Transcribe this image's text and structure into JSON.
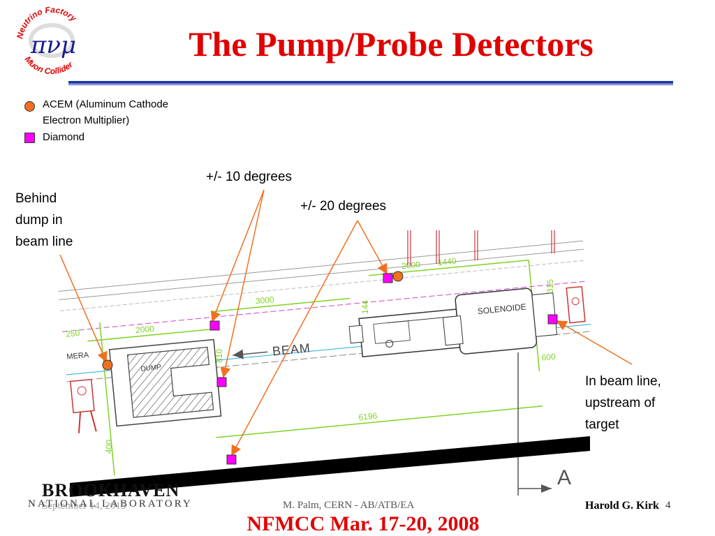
{
  "title": "The Pump/Probe Detectors",
  "logo": {
    "ring_top": "Neutrino Factory",
    "ring_bottom": "Muon Collider",
    "symbols": "πνμ"
  },
  "legend": {
    "acem_line1": "ACEM (Aluminum Cathode",
    "acem_line2": "Electron Multiplier)",
    "diamond": "Diamond"
  },
  "callouts": {
    "ten_degrees": "+/- 10 degrees",
    "twenty_degrees": "+/- 20 degrees",
    "behind_dump": [
      "Behind",
      "dump in",
      "beam line"
    ],
    "in_beam_line": [
      "In beam line,",
      "upstream of",
      "target"
    ]
  },
  "drawing_labels": {
    "dump": "DUMP",
    "beam": "BEAM",
    "solenoide": "SOLENOIDE",
    "camera": "MERA",
    "section": "A",
    "dims": [
      "2000",
      "3000",
      "250",
      "810",
      "6196",
      "400",
      "144",
      "600",
      "2000",
      "1440",
      "315"
    ]
  },
  "footer": {
    "brookhaven": "BROOKHAVEN",
    "national_lab": "NATIONAL LABORATORY",
    "date": "September 14, 2015",
    "center": "M. Palm, CERN - AB/ATB/EA",
    "author": "Harold G. Kirk",
    "page": "4",
    "conference": "NFMCC Mar. 17-20, 2008"
  },
  "colors": {
    "title": "#e00000",
    "rule": "#1f3aa8",
    "acem": "#f07020",
    "diamond": "#ff00ff",
    "arrow": "#f07020",
    "dimension": "#7ed321",
    "beam_line": "#22aadd",
    "tilt_line": "#cc44cc"
  }
}
